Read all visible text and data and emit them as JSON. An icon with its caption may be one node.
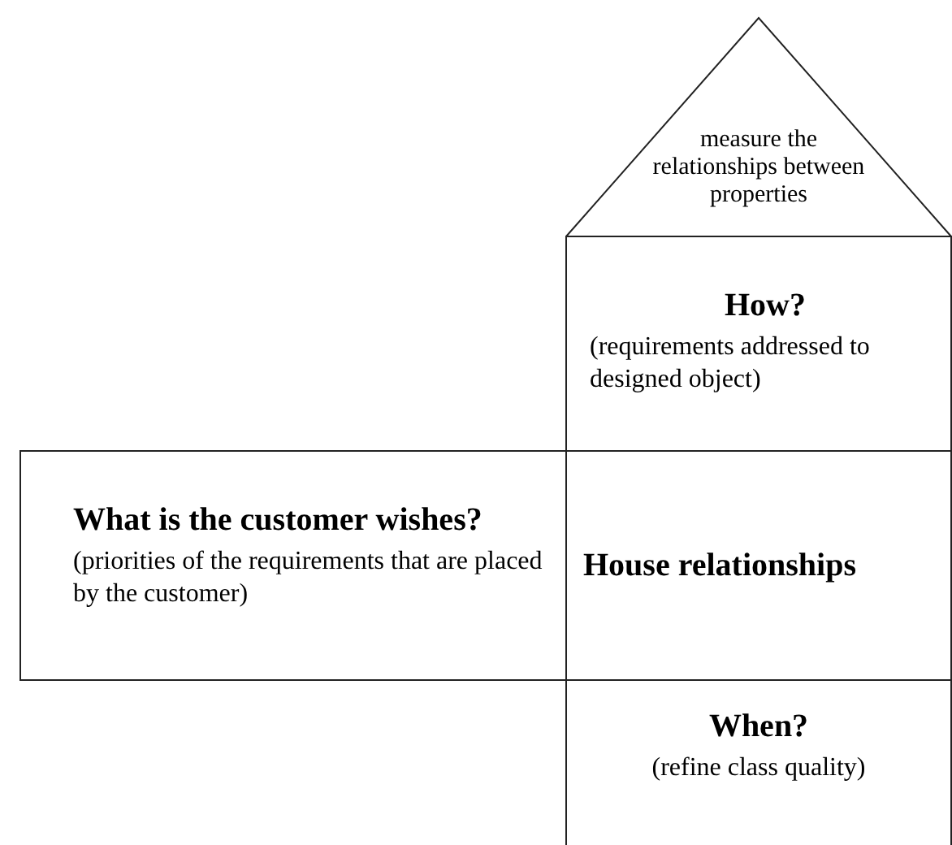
{
  "diagram": {
    "nodes": [
      {
        "text": [
          "measure the relationships between properties"
        ]
      },
      {
        "text": [
          "How?",
          "(requirements addressed to designed object)"
        ]
      },
      {
        "text": [
          "What is the customer wishes?",
          "(priorities of the requirements that are placed by the customer)"
        ]
      },
      {
        "text": [
          "House relationships"
        ]
      },
      {
        "text": [
          "When?",
          "(refine class quality)"
        ]
      }
    ],
    "edges": []
  }
}
